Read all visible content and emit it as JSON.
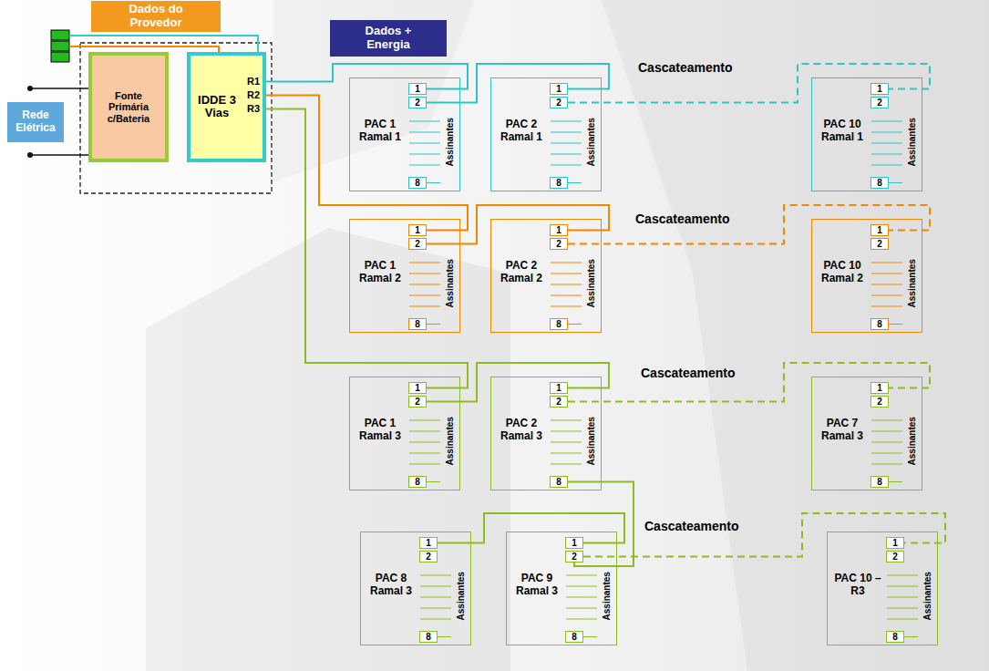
{
  "diagram": {
    "nodes": [
      {
        "text": [
          "Dados do Provedor"
        ]
      },
      {
        "text": [
          "Rede Elétrica"
        ]
      },
      {
        "text": [
          "Fonte Primária c/Bateria"
        ]
      },
      {
        "text": [
          "IDDE 3 Vias",
          "R1",
          "R2",
          "R3"
        ]
      },
      {
        "text": [
          "Dados + Energia"
        ]
      },
      {
        "text": [
          "PAC 1 Ramal 1",
          "Assinantes"
        ]
      },
      {
        "text": [
          "1"
        ],
        "in": 5
      },
      {
        "text": [
          "2"
        ],
        "in": 5
      },
      {
        "text": [
          "8"
        ],
        "in": 5
      },
      {
        "text": [
          "PAC 2 Ramal 1",
          "Assinantes"
        ]
      },
      {
        "text": [
          "1"
        ],
        "in": 9
      },
      {
        "text": [
          "2"
        ],
        "in": 9
      },
      {
        "text": [
          "8"
        ],
        "in": 9
      },
      {
        "text": [
          "PAC 10 Ramal 1",
          "Assinantes"
        ]
      },
      {
        "text": [
          "1"
        ],
        "in": 13
      },
      {
        "text": [
          "2"
        ],
        "in": 13
      },
      {
        "text": [
          "8"
        ],
        "in": 13
      },
      {
        "text": [
          "PAC 1 Ramal 2",
          "Assinantes"
        ]
      },
      {
        "text": [
          "1"
        ],
        "in": 17
      },
      {
        "text": [
          "2"
        ],
        "in": 17
      },
      {
        "text": [
          "8"
        ],
        "in": 17
      },
      {
        "text": [
          "PAC 2 Ramal 2",
          "Assinantes"
        ]
      },
      {
        "text": [
          "1"
        ],
        "in": 21
      },
      {
        "text": [
          "2"
        ],
        "in": 21
      },
      {
        "text": [
          "8"
        ],
        "in": 21
      },
      {
        "text": [
          "PAC 10 Ramal 2",
          "Assinantes"
        ]
      },
      {
        "text": [
          "1"
        ],
        "in": 25
      },
      {
        "text": [
          "2"
        ],
        "in": 25
      },
      {
        "text": [
          "8"
        ],
        "in": 25
      },
      {
        "text": [
          "PAC 1 Ramal 3",
          "Assinantes"
        ]
      },
      {
        "text": [
          "1"
        ],
        "in": 29
      },
      {
        "text": [
          "2"
        ],
        "in": 29
      },
      {
        "text": [
          "8"
        ],
        "in": 29
      },
      {
        "text": [
          "PAC 2 Ramal 3",
          "Assinantes"
        ]
      },
      {
        "text": [
          "1"
        ],
        "in": 33
      },
      {
        "text": [
          "2"
        ],
        "in": 33
      },
      {
        "text": [
          "8"
        ],
        "in": 33
      },
      {
        "text": [
          "PAC 7 Ramal 3",
          "Assinantes"
        ]
      },
      {
        "text": [
          "1"
        ],
        "in": 37
      },
      {
        "text": [
          "2"
        ],
        "in": 37
      },
      {
        "text": [
          "8"
        ],
        "in": 37
      },
      {
        "text": [
          "PAC 8 Ramal 3",
          "Assinantes"
        ]
      },
      {
        "text": [
          "1"
        ],
        "in": 41
      },
      {
        "text": [
          "2"
        ],
        "in": 41
      },
      {
        "text": [
          "8"
        ],
        "in": 41
      },
      {
        "text": [
          "PAC 9 Ramal 3",
          "Assinantes"
        ]
      },
      {
        "text": [
          "1"
        ],
        "in": 45
      },
      {
        "text": [
          "2"
        ],
        "in": 45
      },
      {
        "text": [
          "8"
        ],
        "in": 45
      },
      {
        "text": [
          "PAC 10 – R3",
          "Assinantes"
        ]
      },
      {
        "text": [
          "1"
        ],
        "in": 49
      },
      {
        "text": [
          "2"
        ],
        "in": 49
      },
      {
        "text": [
          "8"
        ],
        "in": 49
      }
    ],
    "edges": [
      {
        "from": 3,
        "to": 6,
        "arrow": "none"
      },
      {
        "from": 7,
        "to": 10,
        "arrow": "none"
      },
      {
        "from": 11,
        "to": 14,
        "arrow": "none"
      },
      {
        "from": 3,
        "to": 18,
        "arrow": "none"
      },
      {
        "from": 19,
        "to": 22,
        "arrow": "none"
      },
      {
        "from": 23,
        "to": 26,
        "arrow": "none"
      },
      {
        "from": 3,
        "to": 30,
        "arrow": "none"
      },
      {
        "from": 31,
        "to": 34,
        "arrow": "none"
      },
      {
        "from": 35,
        "to": 38,
        "arrow": "none"
      },
      {
        "from": 36,
        "to": 47,
        "arrow": "none"
      },
      {
        "from": 42,
        "to": 46,
        "arrow": "none"
      },
      {
        "from": 47,
        "to": 50,
        "arrow": "none"
      }
    ],
    "labels": [
      "Cascateamento",
      "Cascateamento",
      "Cascateamento",
      "Cascateamento"
    ]
  }
}
